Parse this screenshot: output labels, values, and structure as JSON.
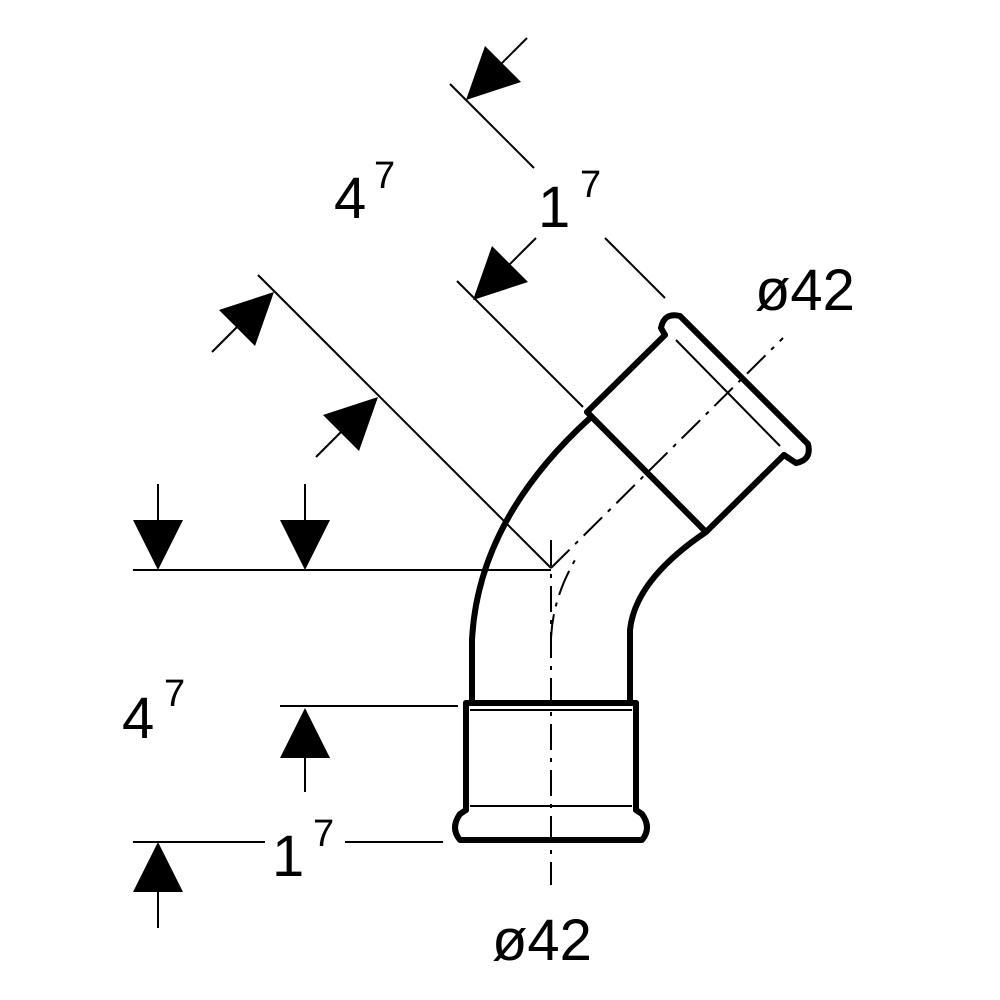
{
  "diagram": {
    "subject": "45-degree press fitting elbow technical drawing",
    "labels": {
      "top_dim_4": {
        "base": "4",
        "sup": "7"
      },
      "top_dim_1": {
        "base": "1",
        "sup": "7"
      },
      "top_diameter": "ø42",
      "bottom_dim_4": {
        "base": "4",
        "sup": "7"
      },
      "bottom_dim_1": {
        "base": "1",
        "sup": "7"
      },
      "bottom_diameter": "ø42"
    },
    "colors": {
      "line": "#000000",
      "background": "#ffffff"
    }
  }
}
